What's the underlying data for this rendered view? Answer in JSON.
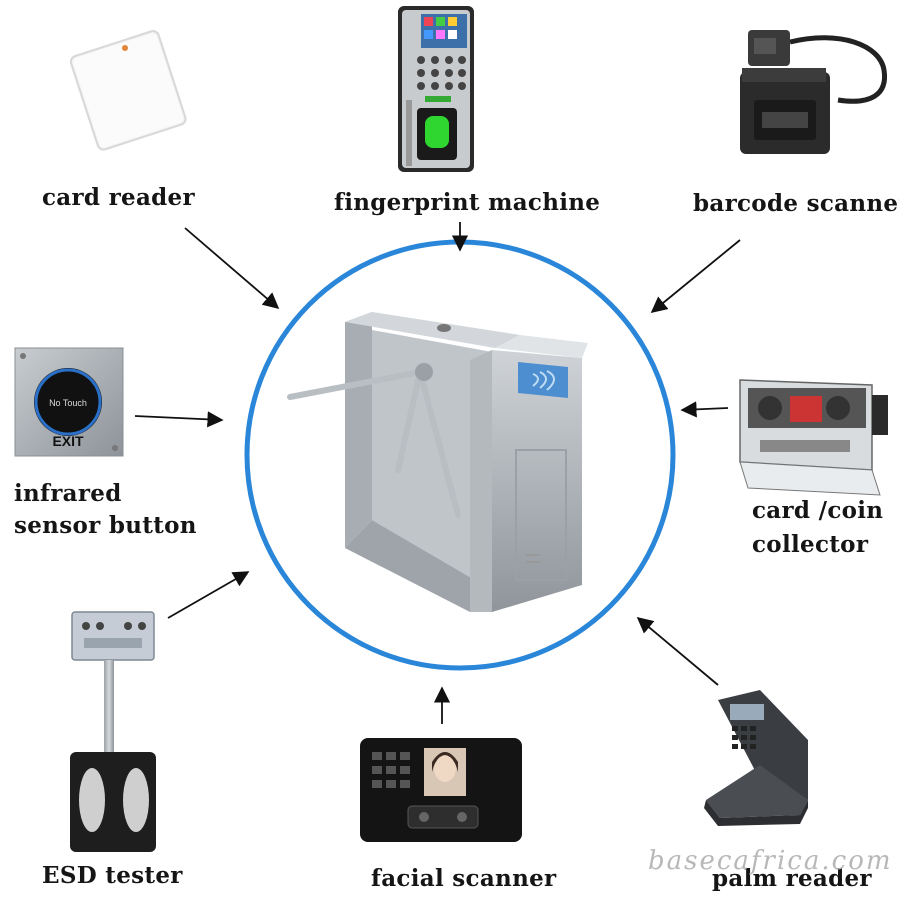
{
  "labels": {
    "card_reader": "card reader",
    "fingerprint_machine": "fingerprint machine",
    "barcode_scanner": "barcode scanner",
    "infrared_line1": "infrared",
    "infrared_line2": "sensor button",
    "card_coin_line1": "card /coin",
    "card_coin_line2": "collector",
    "esd_tester": "ESD tester",
    "facial_scanner": "facial scanner",
    "palm_reader": "palm reader"
  },
  "device_text": {
    "no_touch": "No Touch",
    "exit": "EXIT"
  },
  "watermark": "basecafrica.com",
  "colors": {
    "circle": "#2a86d8",
    "arrow": "#111111",
    "metal": "#b9bec3",
    "panel_blue": "#4d8ed0"
  }
}
